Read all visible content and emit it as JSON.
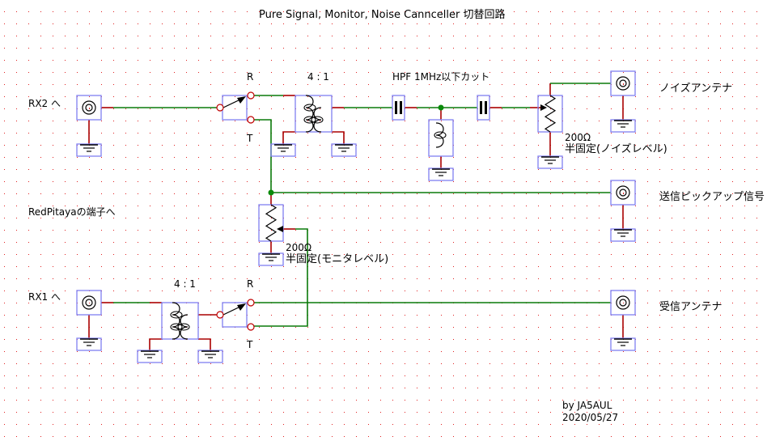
{
  "title": "Pure Signal, Monitor, Noise Cannceller 切替回路",
  "colors": {
    "grid_dot": "#e02020",
    "wire_green": "#0a7a0a",
    "wire_red": "#aa0000",
    "component_box": "#8080f0",
    "symbol": "#000000",
    "junction": "#0a8a0a",
    "terminal": "#c00000"
  },
  "labels": {
    "rx2": "RX2 へ",
    "rx1": "RX1 へ",
    "redpitaya": "RedPitayaの端子へ",
    "relay1_r": "R",
    "relay1_t": "T",
    "relay2_r": "R",
    "relay2_t": "T",
    "transformer1_ratio": "4 : 1",
    "transformer2_ratio": "4 : 1",
    "hpf": "HPF  1MHz以下カット",
    "noise_pot_value": "200Ω",
    "noise_pot_desc": "半固定(ノイズレベル)",
    "monitor_pot_value": "200Ω",
    "monitor_pot_desc": "半固定(モニタレベル)",
    "noise_antenna": "ノイズアンテナ",
    "tx_pickup": "送信ピックアップ信号",
    "rx_antenna": "受信アンテナ",
    "author": "by JA5AUL",
    "date": "2020/05/27"
  }
}
